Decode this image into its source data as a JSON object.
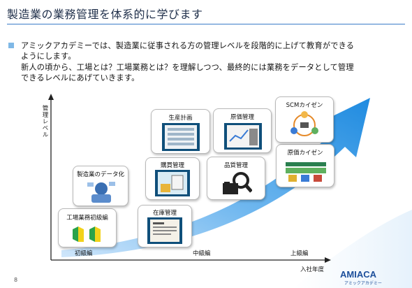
{
  "title": "製造業の業務管理を体系的に学びます",
  "intro": {
    "line1": "アミックアカデミーでは、製造業に従事される方の管理レベルを段階的に上げて教育ができる",
    "line2": "ようにします。",
    "line3": "新人の頃から、工場とは？工場業務とは？を理解しつつ、最終的には業務をデータとして管理",
    "line4": "できるレベルにあげていきます。"
  },
  "axes": {
    "y_label": "管理レベル",
    "x_label": "入社年度",
    "stages": [
      "初級編",
      "中級編",
      "上級編"
    ]
  },
  "cards": {
    "kojo": "工場業務初級編",
    "data": "製造業のデータ化",
    "zaiko": "在庫管理",
    "kobai": "購買管理",
    "seisan": "生産計画",
    "hinshitsu": "品質管理",
    "genka": "原価管理",
    "genka_kaizen": "原価カイゼン",
    "scm": "SCMカイゼン"
  },
  "footer": {
    "page": "8",
    "logo": "AMIACA",
    "logo_sub": "アミックアカデミー"
  },
  "colors": {
    "accent": "#1f8be0",
    "title_rule": "#3b7bc8",
    "bullet": "#7fb8e6"
  }
}
